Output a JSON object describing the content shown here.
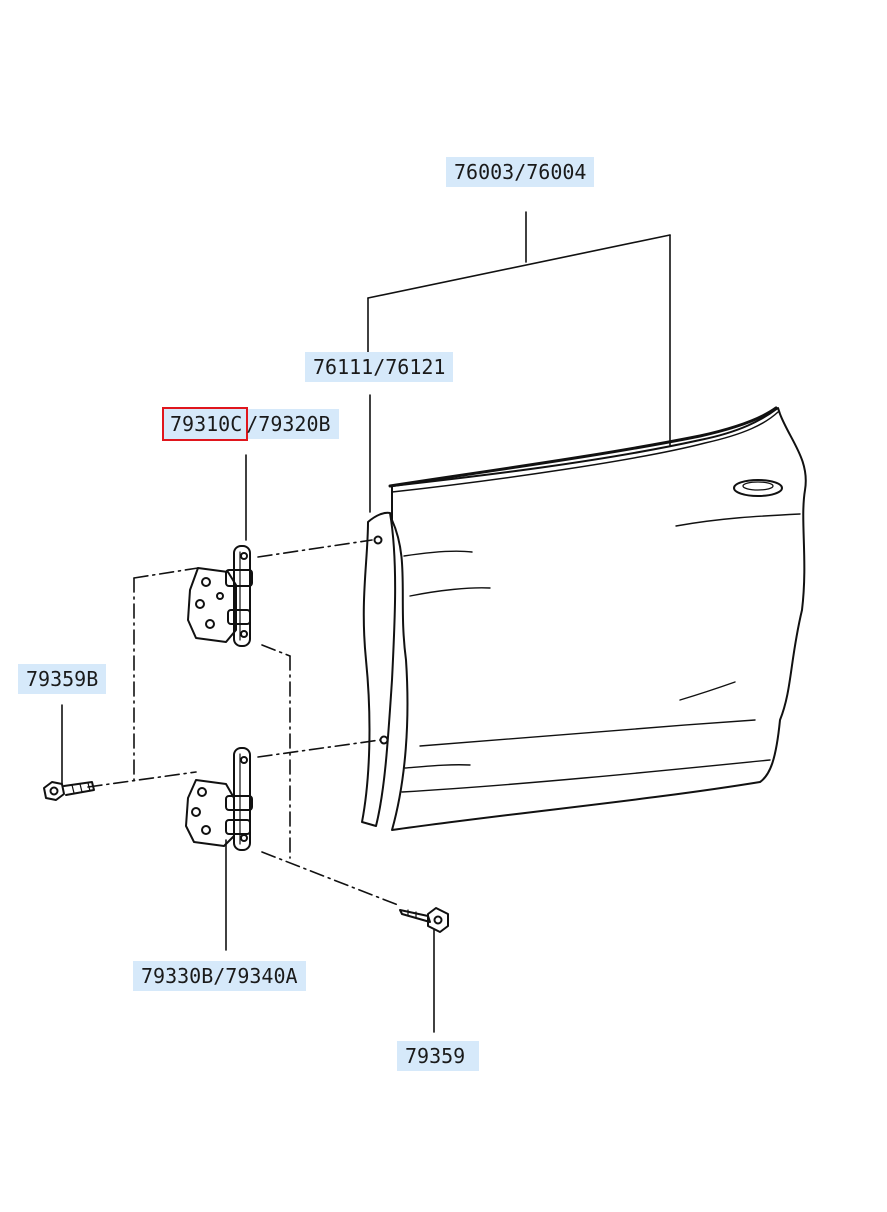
{
  "labels": {
    "door_panel": "76003/76004",
    "weatherstrip": "76111/76121",
    "upper_hinge_left": "79310C",
    "upper_hinge_sep": "/",
    "upper_hinge_right": "79320B",
    "bolt_left": "79359B",
    "lower_hinge": "79330B/79340A",
    "bolt_bottom": "79359"
  },
  "colors": {
    "label_bg": "#d6e9fa",
    "highlight": "#e0161d",
    "line": "#111111"
  },
  "highlighted_part": "79310C"
}
